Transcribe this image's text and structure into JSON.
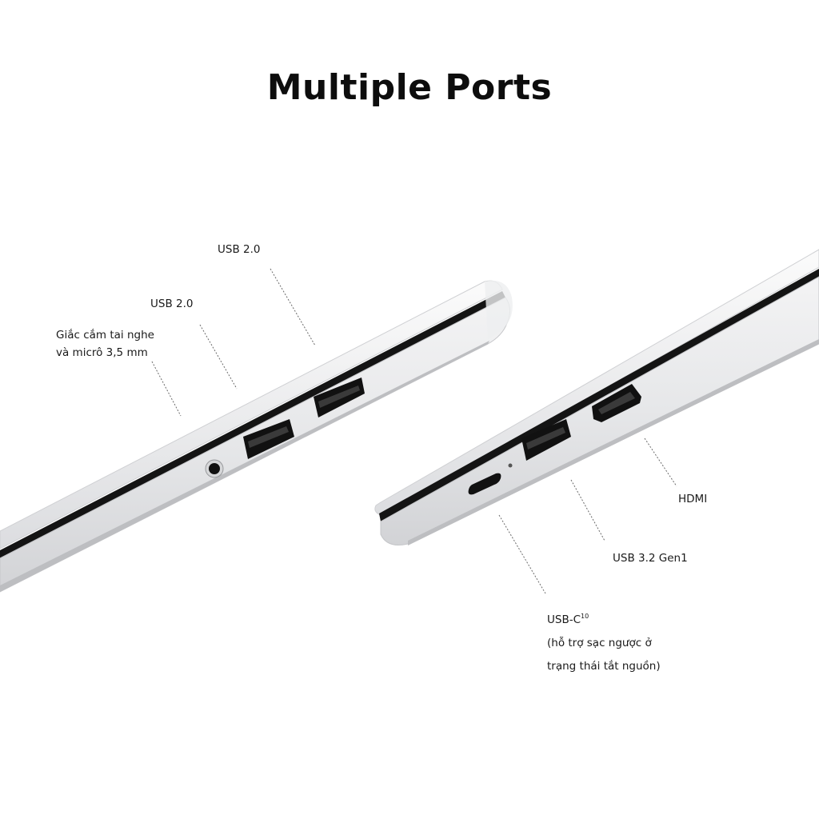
{
  "title": "Multiple Ports",
  "colors": {
    "chassis": "#e4e5e7",
    "chassis_light": "#f6f6f7",
    "chassis_shade": "#c7c8cb",
    "seam": "#141414",
    "port": "#111111",
    "leader": "#6a6a6a"
  },
  "left_side": {
    "labels": {
      "usb_top": "USB 2.0",
      "usb_mid": "USB 2.0",
      "audio_line1": "Giắc cắm tai nghe",
      "audio_line2": "và micrô 3,5 mm"
    },
    "icons": [
      "usb-a-port-icon",
      "usb-a-port-icon",
      "audio-jack-icon"
    ]
  },
  "right_side": {
    "labels": {
      "hdmi": "HDMI",
      "usb32": "USB 3.2 Gen1",
      "usbc_line1": "USB-C",
      "usbc_sup": "10",
      "usbc_line2": "(hỗ trợ sạc ngược ở",
      "usbc_line3": "trạng thái tắt nguồn)"
    },
    "icons": [
      "hdmi-port-icon",
      "usb-a-port-icon",
      "usb-c-port-icon",
      "led-indicator-icon"
    ]
  }
}
